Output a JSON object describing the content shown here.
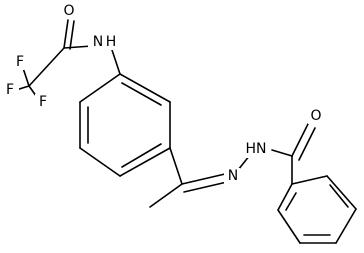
{
  "colors": {
    "bond": "#000000",
    "label": "#000000",
    "background": "#ffffff"
  },
  "labels": {
    "f_top": "F",
    "f_left": "F",
    "f_bottom": "F",
    "o_amide": "O",
    "nh_amide": "N",
    "h_amide": "H",
    "hn_hydrazide": "HN",
    "n_hydrazone": "N",
    "o_benzoyl": "O"
  }
}
